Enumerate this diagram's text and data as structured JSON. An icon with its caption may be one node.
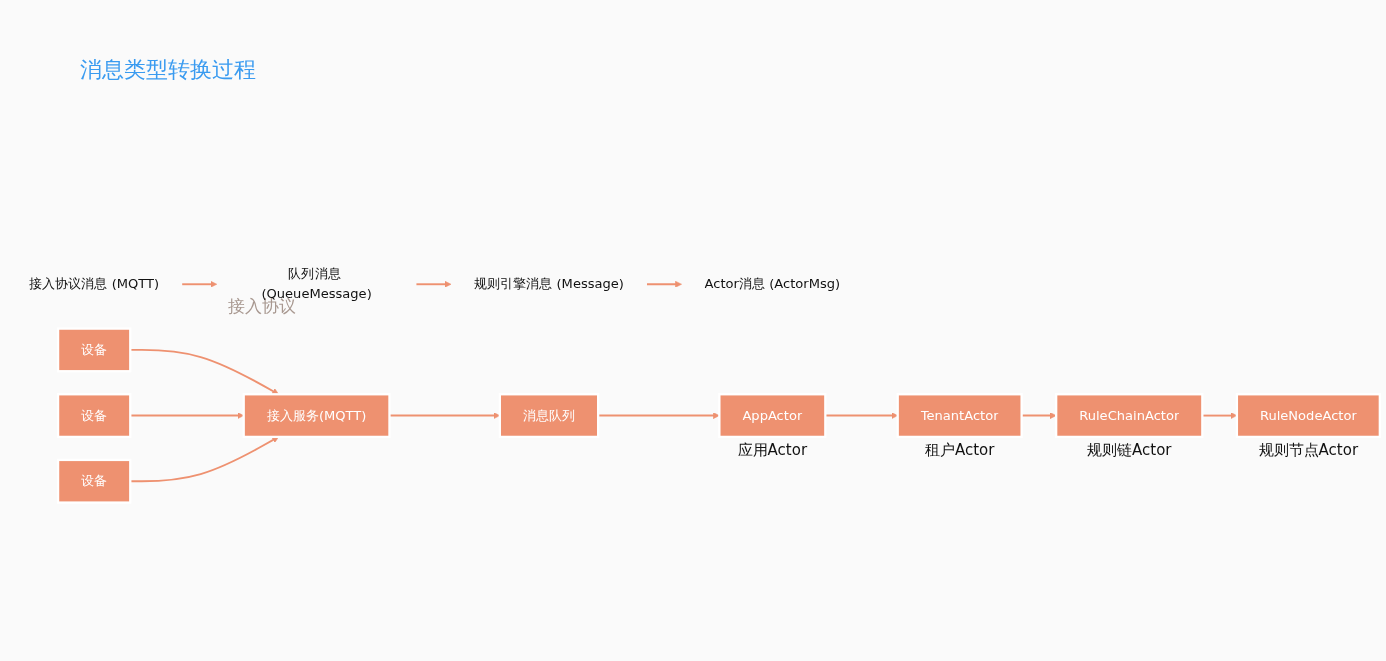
{
  "diagram": {
    "title": "消息类型转换过程",
    "nodes": [
      {
        "text": [
          "接入协议消息 (MQTT)"
        ]
      },
      {
        "text": [
          "队列消息 (QueueMessage)"
        ]
      },
      {
        "text": [
          "规则引擎消息 (Message)"
        ]
      },
      {
        "text": [
          "Actor消息 (ActorMsg)"
        ]
      },
      {
        "text": [
          "设备"
        ]
      },
      {
        "text": [
          "设备"
        ]
      },
      {
        "text": [
          "设备"
        ]
      },
      {
        "text": [
          "接入服务(MQTT)"
        ]
      },
      {
        "text": [
          "消息队列"
        ]
      },
      {
        "text": [
          "AppActor"
        ],
        "beside": [
          "应用Actor"
        ]
      },
      {
        "text": [
          "TenantActor"
        ],
        "beside": [
          "租户Actor"
        ]
      },
      {
        "text": [
          "RuleChainActor"
        ],
        "beside": [
          "规则链Actor"
        ]
      },
      {
        "text": [
          "RuleNodeActor"
        ],
        "beside": [
          "规则节点Actor"
        ]
      }
    ],
    "edges": [
      {
        "from": 0,
        "to": 1,
        "arrow": "to"
      },
      {
        "from": 1,
        "to": 2,
        "arrow": "to"
      },
      {
        "from": 2,
        "to": 3,
        "arrow": "to"
      },
      {
        "from": 4,
        "to": 7,
        "arrow": "to"
      },
      {
        "from": 5,
        "to": 7,
        "arrow": "to"
      },
      {
        "from": 6,
        "to": 7,
        "arrow": "to"
      },
      {
        "from": 7,
        "to": 8,
        "arrow": "to"
      },
      {
        "from": 8,
        "to": 9,
        "arrow": "to"
      },
      {
        "from": 9,
        "to": 10,
        "arrow": "to"
      },
      {
        "from": 10,
        "to": 11,
        "arrow": "to"
      },
      {
        "from": 11,
        "to": 12,
        "arrow": "to"
      }
    ],
    "labels": [
      "接入协议"
    ]
  }
}
